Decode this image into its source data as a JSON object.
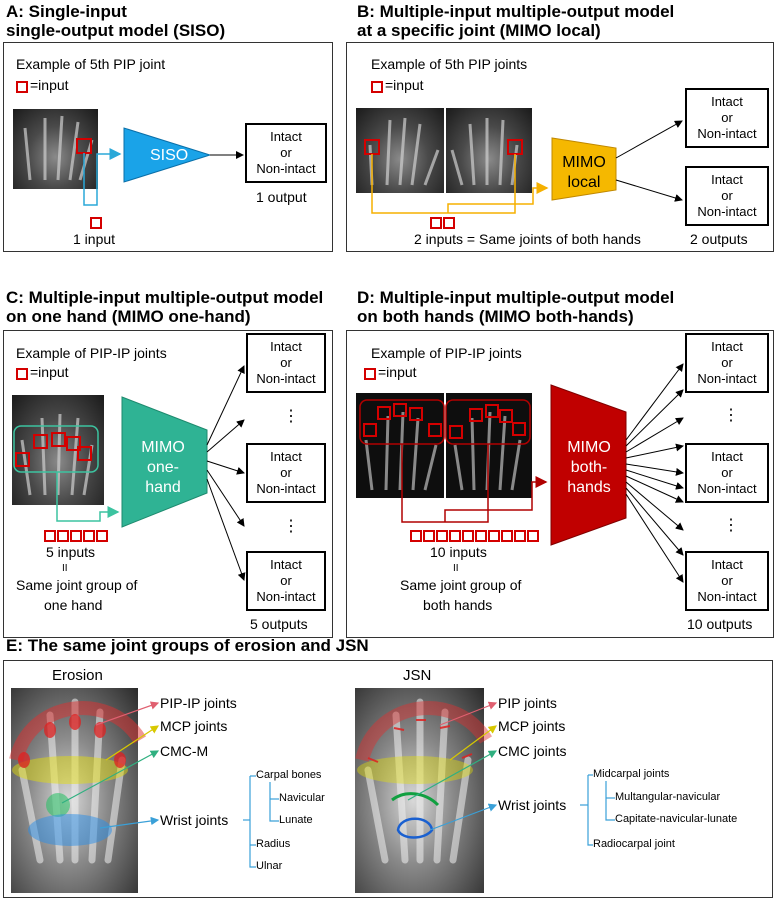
{
  "panelA": {
    "title": "A: Single-input\n    single-output model (SISO)",
    "example": "Example of 5th PIP joint",
    "legend": "=input",
    "model": "SISO",
    "output": [
      "Intact",
      "or",
      "Non-intact"
    ],
    "output_count": "1 output",
    "input_label": "1 input"
  },
  "panelB": {
    "title": "B: Multiple-input multiple-output model\n    at a specific joint (MIMO local)",
    "example": "Example of 5th PIP joints",
    "legend": "=input",
    "model": "MIMO\nlocal",
    "output": [
      "Intact",
      "or",
      "Non-intact"
    ],
    "output_count": "2 outputs",
    "input_label": "2 inputs = Same joints of both hands"
  },
  "panelC": {
    "title": "C: Multiple-input multiple-output model\n    on one hand (MIMO one-hand)",
    "example": "Example of PIP-IP joints",
    "legend": "=input",
    "model": "MIMO\none-\nhand",
    "output": [
      "Intact",
      "or",
      "Non-intact"
    ],
    "dots": "⋮",
    "output_count": "5 outputs",
    "input_label": "5 inputs",
    "eq": "II",
    "group_label_1": "Same joint group of",
    "group_label_2": "one hand"
  },
  "panelD": {
    "title": "D: Multiple-input multiple-output model\n    on both hands (MIMO both-hands)",
    "example": "Example of PIP-IP joints",
    "legend": "=input",
    "model": "MIMO\nboth-\nhands",
    "output": [
      "Intact",
      "or",
      "Non-intact"
    ],
    "dots": "⋮",
    "output_count": "10 outputs",
    "input_label": "10 inputs",
    "eq": "II",
    "group_label_1": "Same joint group of",
    "group_label_2": "both hands"
  },
  "panelE": {
    "title": "E: The same joint groups of erosion and JSN",
    "erosion": {
      "heading": "Erosion",
      "pip": "PIP-IP joints",
      "mcp": "MCP joints",
      "cmc": "CMC-M",
      "wrist": "Wrist joints",
      "carpal": "Carpal bones",
      "navicular": "Navicular",
      "lunate": "Lunate",
      "radius": "Radius",
      "ulnar": "Ulnar"
    },
    "jsn": {
      "heading": "JSN",
      "pip": "PIP joints",
      "mcp": "MCP joints",
      "cmc": "CMC joints",
      "wrist": "Wrist joints",
      "midcarpal": "Midcarpal joints",
      "multangular": "Multangular-navicular",
      "capitate": "Capitate-navicular-lunate",
      "radiocarpal": "Radiocarpal joint"
    }
  },
  "colors": {
    "red": "#d40000",
    "siso": "#1aa3e8",
    "mimo_local": "#f5b800",
    "mimo_onehand": "#2fb394",
    "mimo_bothhands": "#c00000",
    "cyan_line": "#2aa8d8",
    "orange_line": "#f5b000",
    "teal_line": "#3cc3a0",
    "darkred_line": "#b00000"
  }
}
